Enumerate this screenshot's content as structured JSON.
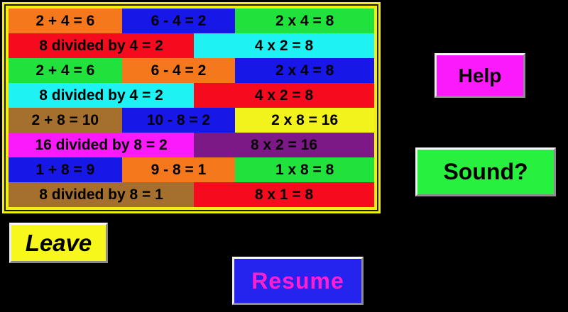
{
  "window": {
    "background": "#000000"
  },
  "board": {
    "frame_color": "#f2ef10",
    "frame_line_color": "#1c1c00",
    "text_color": "#000000",
    "rows": [
      {
        "cells": [
          {
            "text": "2 + 4 = 6",
            "bg": "#f5791c"
          },
          {
            "text": "6 - 4 = 2",
            "bg": "#1717e8"
          },
          {
            "text": "2 x 4 = 8",
            "bg": "#21e13c"
          }
        ]
      },
      {
        "cells": [
          {
            "text": "8 divided by 4 = 2",
            "bg": "#f50a1e"
          },
          {
            "text": "4 x 2 = 8",
            "bg": "#1ff2f2"
          }
        ]
      },
      {
        "cells": [
          {
            "text": "2 + 4 = 6",
            "bg": "#21e13c"
          },
          {
            "text": "6 - 4 = 2",
            "bg": "#f5791c"
          },
          {
            "text": "2 x 4 = 8",
            "bg": "#1717e8"
          }
        ]
      },
      {
        "cells": [
          {
            "text": "8 divided by 4 = 2",
            "bg": "#1ff2f2"
          },
          {
            "text": "4 x 2 = 8",
            "bg": "#f50a1e"
          }
        ]
      },
      {
        "cells": [
          {
            "text": "2 + 8 = 10",
            "bg": "#a5702d"
          },
          {
            "text": "10 - 8 = 2",
            "bg": "#1717e8"
          },
          {
            "text": "2 x 8 = 16",
            "bg": "#f2f21c"
          }
        ]
      },
      {
        "cells": [
          {
            "text": "16 divided by 8 = 2",
            "bg": "#fb1afb"
          },
          {
            "text": "8 x 2 = 16",
            "bg": "#7d1987"
          }
        ]
      },
      {
        "cells": [
          {
            "text": "1 + 8 = 9",
            "bg": "#1717e8"
          },
          {
            "text": "9 - 8 = 1",
            "bg": "#f5791c"
          },
          {
            "text": "1 x 8 = 8",
            "bg": "#21e13c"
          }
        ]
      },
      {
        "cells": [
          {
            "text": "8 divided by 8 = 1",
            "bg": "#a5702d"
          },
          {
            "text": "8 x 1 = 8",
            "bg": "#f50a1e"
          }
        ]
      }
    ]
  },
  "buttons": {
    "help": {
      "label": "Help",
      "bg": "#fb1afb",
      "text_color": "#000000"
    },
    "sound": {
      "label": "Sound?",
      "bg": "#27f03e",
      "text_color": "#000000"
    },
    "leave": {
      "label": "Leave",
      "bg": "#f7f71c",
      "text_color": "#000000"
    },
    "resume": {
      "label": "Resume",
      "bg": "#2424ee",
      "text_color": "#ff1fd0"
    }
  }
}
